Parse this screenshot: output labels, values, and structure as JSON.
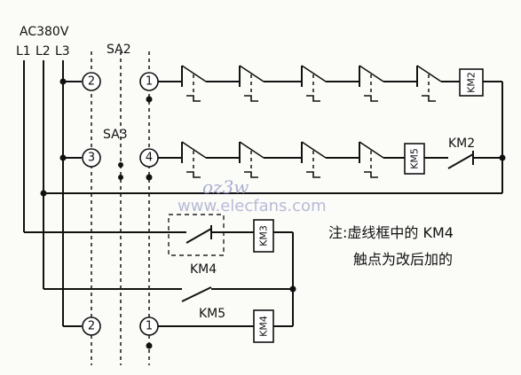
{
  "supply": {
    "voltage": "AC380V",
    "phases": [
      "L1",
      "L2",
      "L3"
    ]
  },
  "switches": {
    "top": "SA2",
    "middle": "SA3"
  },
  "terminals": {
    "row1_left": "2",
    "row1_right": "1",
    "row2_left": "3",
    "row2_right": "4",
    "row3_left": "2",
    "row3_right": "1"
  },
  "coils": {
    "top_right": "KM2",
    "middle": "KM5",
    "lower": "KM3",
    "bottom": "KM4"
  },
  "contacts": {
    "middle_right": "KM2",
    "dashed_box": "KM4",
    "lower": "KM5"
  },
  "note": {
    "line1": "注:虚线框中的 KM4",
    "line2": "触点为改后加的"
  },
  "watermark": {
    "line1": "oz3w",
    "line2": "www.elecfans.com"
  }
}
